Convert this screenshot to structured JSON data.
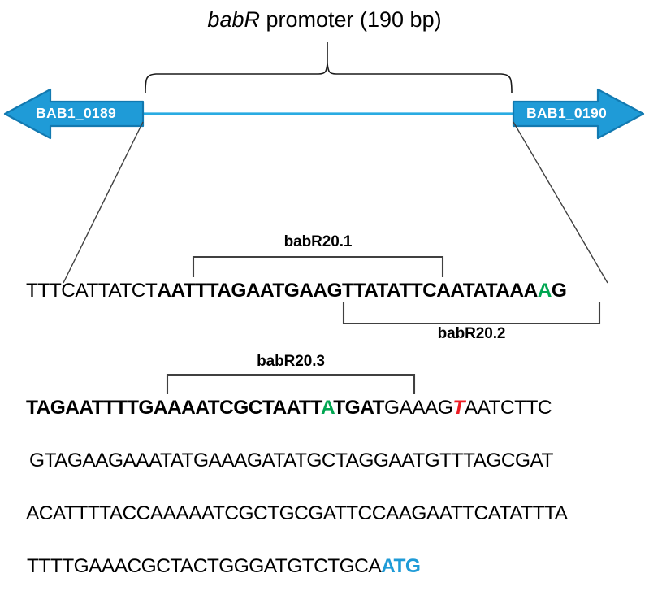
{
  "figure": {
    "title": {
      "gene_italic": "babR",
      "rest": " promoter (190 bp)"
    },
    "genes": {
      "left": {
        "label": "BAB1_0189",
        "direction": "left"
      },
      "right": {
        "label": "BAB1_0190",
        "direction": "right"
      }
    },
    "primers": {
      "p1": {
        "label": "babR20.1"
      },
      "p2": {
        "label": "babR20.2"
      },
      "p3": {
        "label": "babR20.3"
      }
    },
    "sequence_lines": [
      {
        "id": "line1",
        "segments": [
          {
            "text": "TTTCATTATCT",
            "style": "plain"
          },
          {
            "text": "AATTTAGAATGAAGTTATATTCAATATAAA",
            "style": "bold"
          },
          {
            "text": "A",
            "style": "green-bold"
          },
          {
            "text": "G",
            "style": "bold"
          }
        ]
      },
      {
        "id": "line2",
        "segments": [
          {
            "text": "TAGAATTTTGAAAATCGCTAATT",
            "style": "bold"
          },
          {
            "text": "A",
            "style": "green-bold"
          },
          {
            "text": "TGAT",
            "style": "bold"
          },
          {
            "text": "GAAAG",
            "style": "plain"
          },
          {
            "text": "T",
            "style": "red-bold-italic"
          },
          {
            "text": "AATCTTC",
            "style": "plain"
          }
        ]
      },
      {
        "id": "line3",
        "segments": [
          {
            "text": "GTAGAAGAAATATGAAAGATATGCTAGGAATGTTTAGCGAT",
            "style": "plain"
          }
        ]
      },
      {
        "id": "line4",
        "segments": [
          {
            "text": "ACATTTTACCAAAAATCGCTGCGATTCCAAGAATTCATATTTA",
            "style": "plain"
          }
        ]
      },
      {
        "id": "line5",
        "segments": [
          {
            "text": "TTTTGAAACGCTACTGGGATGTCTGCA",
            "style": "plain"
          },
          {
            "text": "ATG",
            "style": "blue-bold"
          }
        ]
      }
    ],
    "colors": {
      "gene_arrow_fill": "#1f9bd7",
      "gene_arrow_stroke": "#1279b0",
      "connector_line": "#29abe2",
      "highlight_green": "#00a651",
      "highlight_red": "#ed1c24",
      "highlight_blue": "#1f9bd7",
      "bracket": "#404040",
      "brace": "#1a1a1a",
      "text": "#000000",
      "background": "#ffffff"
    }
  }
}
